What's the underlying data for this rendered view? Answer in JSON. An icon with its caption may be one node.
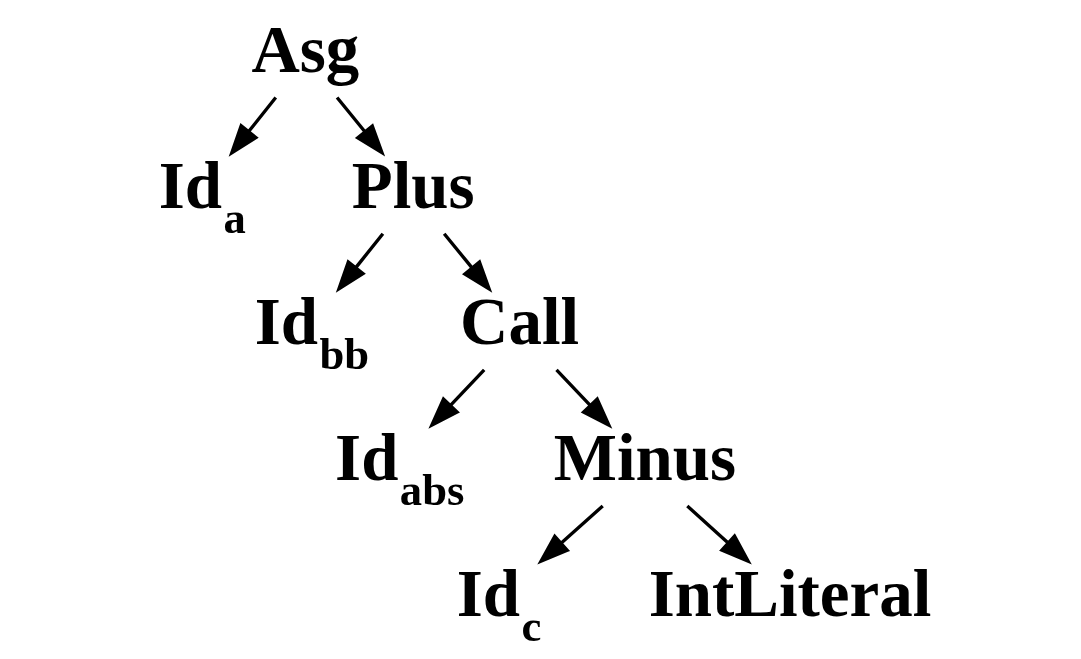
{
  "diagram": {
    "nodes": [
      {
        "text": [
          "Asg"
        ]
      },
      {
        "text": [
          "Id$_{a}$"
        ]
      },
      {
        "text": [
          "Plus"
        ]
      },
      {
        "text": [
          "Id$_{bb}$"
        ]
      },
      {
        "text": [
          "Call"
        ]
      },
      {
        "text": [
          "Id$_{abs}$"
        ]
      },
      {
        "text": [
          "Minus"
        ]
      },
      {
        "text": [
          "Id$_{c}$"
        ]
      },
      {
        "text": [
          "IntLiteral"
        ]
      }
    ],
    "edges": [
      {
        "from": 0,
        "to": 1,
        "arrow": "to"
      },
      {
        "from": 0,
        "to": 2,
        "arrow": "to"
      },
      {
        "from": 2,
        "to": 3,
        "arrow": "to"
      },
      {
        "from": 2,
        "to": 4,
        "arrow": "to"
      },
      {
        "from": 4,
        "to": 5,
        "arrow": "to"
      },
      {
        "from": 4,
        "to": 6,
        "arrow": "to"
      },
      {
        "from": 6,
        "to": 7,
        "arrow": "to"
      },
      {
        "from": 6,
        "to": 8,
        "arrow": "to"
      }
    ]
  }
}
